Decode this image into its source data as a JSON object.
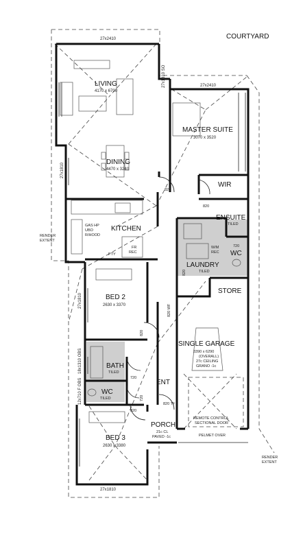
{
  "plan": {
    "courtyard": "COURTYARD",
    "living": {
      "name": "LIVING",
      "size": "4170 x 6700"
    },
    "dining": {
      "name": "DINING",
      "size": "4470 x 3240"
    },
    "kitchen": {
      "name": "KITCHEN"
    },
    "appliances": [
      "GAS HP",
      "UBO",
      "R/HOOD"
    ],
    "pty": "PTY",
    "fr_rec": [
      "FR",
      "REC"
    ],
    "master": {
      "name": "MASTER SUITE",
      "size": "3070 x 3520"
    },
    "wir": "WIR",
    "ensuite": {
      "name": "ENSUITE",
      "note": "TILED"
    },
    "wm_rec": [
      "W/M",
      "REC"
    ],
    "wc_master": "WC",
    "laundry": {
      "name": "LAUNDRY",
      "note": "TILED"
    },
    "store": "STORE",
    "bed2": {
      "name": "BED 2",
      "size": "2630 x 3370"
    },
    "bath": {
      "name": "BATH",
      "note": "TILED"
    },
    "wc_bath": {
      "name": "WC",
      "note": "TILED"
    },
    "bed3": {
      "name": "BED 3",
      "size": "2630 x 3380"
    },
    "ent": "ENT",
    "porch": {
      "name": "PORCH",
      "lines": [
        "21c CL",
        "PAVED -1c"
      ]
    },
    "garage": {
      "name": "SINGLE GARAGE",
      "lines": [
        "3390 x 6290",
        "(OVERALL)",
        "27c CEILING",
        "GRANO -1c"
      ],
      "door": [
        "REMOTE CONTROL",
        "SECTIONAL DOOR"
      ],
      "pelmet": "PELMET OVER"
    },
    "render_extent": [
      "RENDER",
      "EXTENT"
    ],
    "dims": {
      "top_living": "27x2410",
      "top_master": "27x2410",
      "left_mid": "27x1810",
      "right_living": "27x1810 SO",
      "left_bed2": "27x1810",
      "left_bath": "18x1310 OBS",
      "left_wc": "12x710 F OBS",
      "bottom_bed3": "27x1810"
    },
    "doors": [
      "820",
      "820",
      "820 WF",
      "820",
      "720",
      "720",
      "720",
      "820",
      "820",
      "820 TF"
    ]
  }
}
